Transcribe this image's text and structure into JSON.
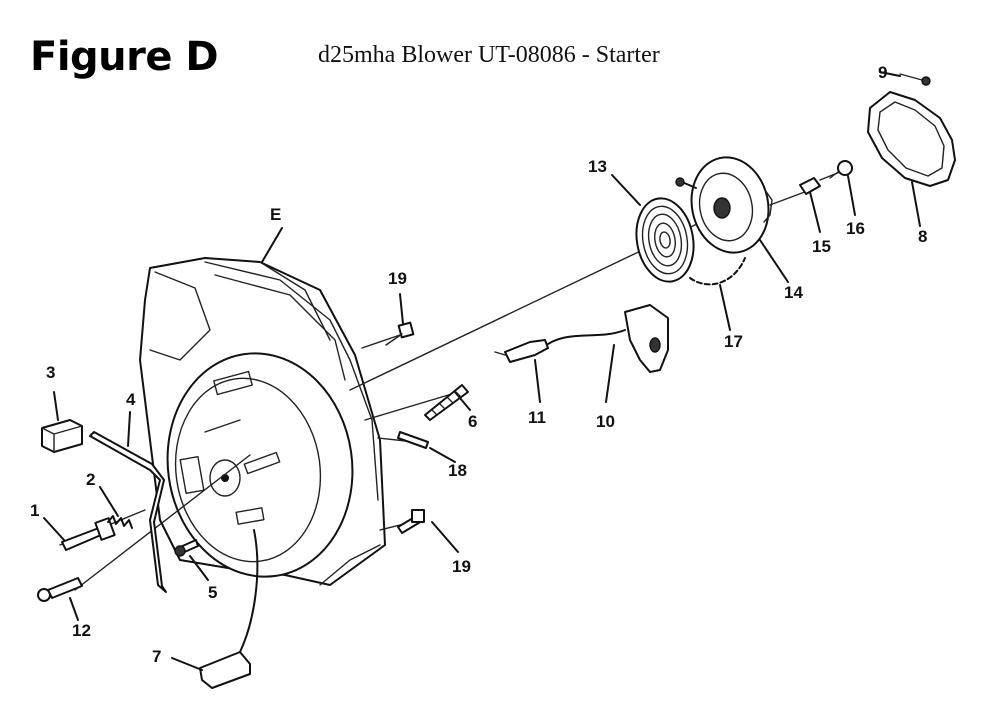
{
  "figure_label": "Figure D",
  "title": "d25mha Blower UT-08086 - Starter",
  "callouts": {
    "c1": "1",
    "c2": "2",
    "c3": "3",
    "c4": "4",
    "c5": "5",
    "c6": "6",
    "c7": "7",
    "c8": "8",
    "c9": "9",
    "c10": "10",
    "c11": "11",
    "c12": "12",
    "c13": "13",
    "c14": "14",
    "c15": "15",
    "c16": "16",
    "c17": "17",
    "c18": "18",
    "c19a": "19",
    "c19b": "19",
    "cE": "E"
  }
}
